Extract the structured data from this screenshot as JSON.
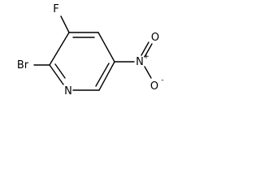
{
  "molecule": {
    "atoms": {
      "fluorine": "F",
      "bromine": "Br",
      "ring_nitrogen": "N",
      "nitro_nitrogen": "N",
      "nitro_charge": "+",
      "nitro_oxygen_double": "O",
      "nitro_oxygen_single": "O",
      "oxygen_charge": "-"
    }
  }
}
